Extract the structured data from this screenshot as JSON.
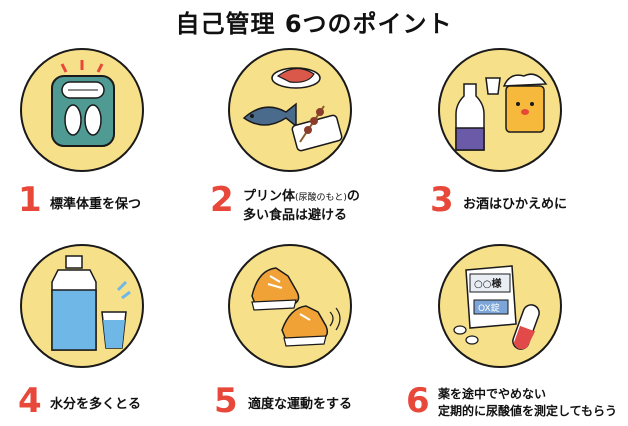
{
  "title": "自己管理 6つのポイント",
  "points": [
    {
      "number": "1",
      "line1": "標準体重を保つ",
      "icon": "scale-icon"
    },
    {
      "number": "2",
      "line1": "プリン体",
      "line1_note": "(尿酸のもと)",
      "line1_tail": "の",
      "line2": "多い食品は避ける",
      "icon": "food-icon"
    },
    {
      "number": "3",
      "line1": "お酒はひかえめに",
      "icon": "alcohol-icon"
    },
    {
      "number": "4",
      "line1": "水分を多くとる",
      "icon": "water-icon"
    },
    {
      "number": "5",
      "line1": "適度な運動をする",
      "icon": "shoes-icon"
    },
    {
      "number": "6",
      "line1": "薬を途中でやめない",
      "line2": "定期的に尿酸値を測定してもらう",
      "icon": "medicine-icon"
    }
  ],
  "labels": {
    "medicine_box": "○○様",
    "medicine_paper": "OX錠"
  },
  "colors": {
    "circle": "#f7e08a",
    "number": "#e8483a",
    "scale": "#4f9a93",
    "water": "#6fb7e6",
    "shoes": "#f0a237",
    "capsule": "#e24a4a"
  }
}
